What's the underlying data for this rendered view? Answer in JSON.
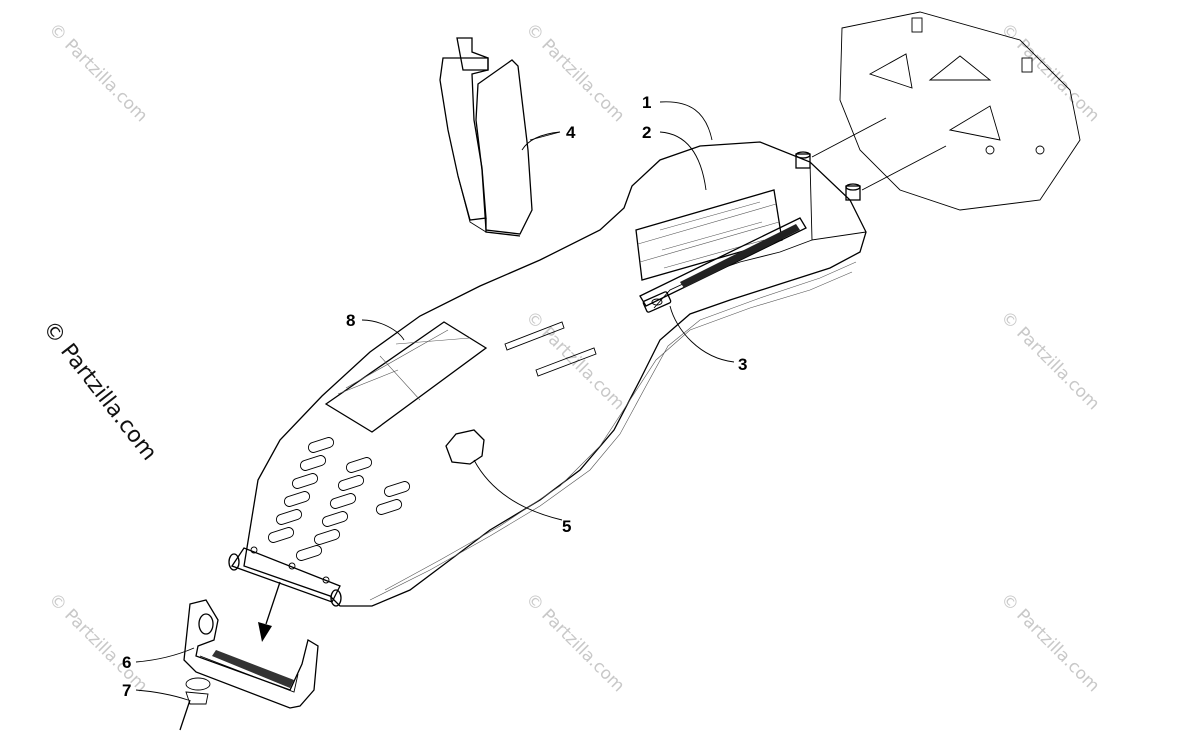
{
  "watermark": {
    "small": "© Partzilla.com",
    "large": "© Partzilla.com"
  },
  "callouts": {
    "c1": "1",
    "c2": "2",
    "c3": "3",
    "c4": "4",
    "c5": "5",
    "c6": "6",
    "c7": "7",
    "c8": "8"
  }
}
